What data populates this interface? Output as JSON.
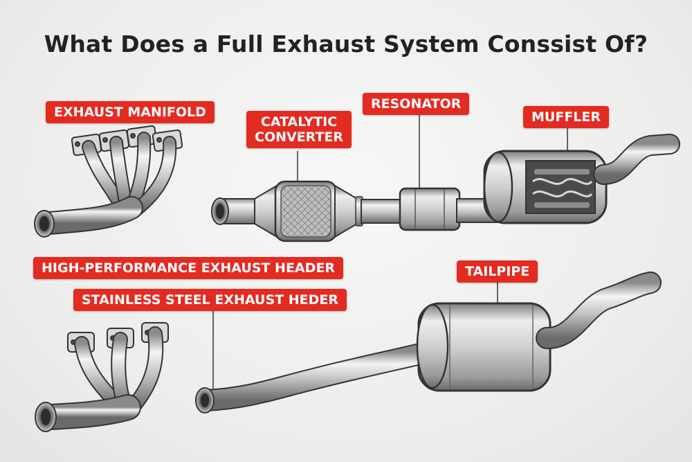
{
  "title": "What Does a Full Exhaust System Conssist Of?",
  "labels": {
    "exhaust_manifold": "EXHAUST MANIFOLD",
    "catalytic_converter_line1": "CATALYTIC",
    "catalytic_converter_line2": "CONVERTER",
    "resonator": "RESONATOR",
    "muffler": "MUFFLER",
    "high_performance_header": "HIGH-PERFORMANCE EXHAUST HEADER",
    "stainless_steel_header": "STAINLESS STEEL EXHAUST HEDER",
    "tailpipe": "TAILPIPE"
  },
  "colors": {
    "label_bg": "#e32b22",
    "label_text": "#ffffff",
    "title_text": "#222222",
    "metal_light": "#f2f2f2",
    "metal_mid": "#bdbdbd",
    "metal_dark": "#6e6e6e",
    "outline": "#333333"
  }
}
